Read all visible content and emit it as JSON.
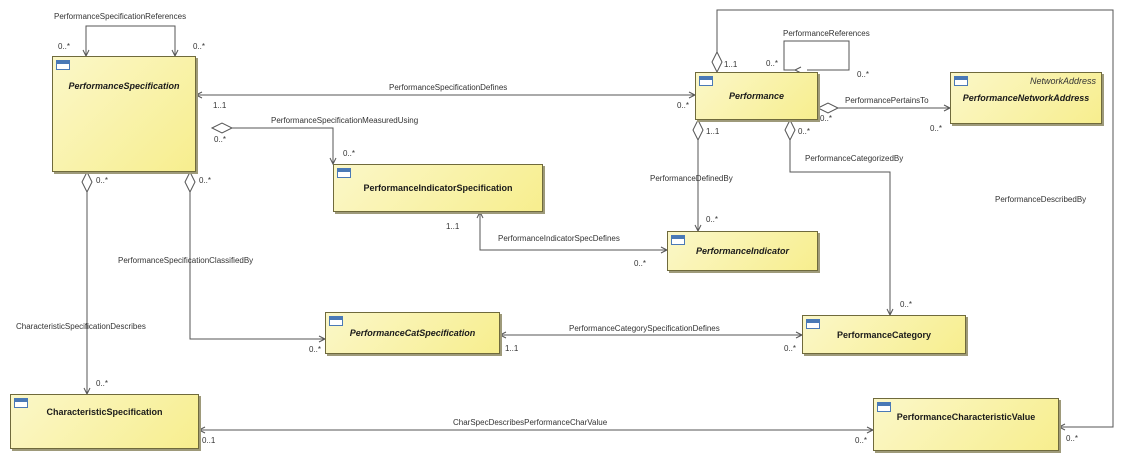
{
  "classes": {
    "performance_specification": {
      "name": "PerformanceSpecification"
    },
    "performance": {
      "name": "Performance"
    },
    "performance_network_address": {
      "name": "PerformanceNetworkAddress",
      "stereotype": "NetworkAddress"
    },
    "performance_indicator_specification": {
      "name": "PerformanceIndicatorSpecification"
    },
    "performance_indicator": {
      "name": "PerformanceIndicator"
    },
    "performance_cat_specification": {
      "name": "PerformanceCatSpecification"
    },
    "performance_category": {
      "name": "PerformanceCategory"
    },
    "characteristic_specification": {
      "name": "CharacteristicSpecification"
    },
    "performance_characteristic_value": {
      "name": "PerformanceCharacteristicValue"
    }
  },
  "associations": {
    "spec_references": {
      "label": "PerformanceSpecificationReferences",
      "m1": "0..*",
      "m2": "0..*"
    },
    "spec_defines": {
      "label": "PerformanceSpecificationDefines",
      "m1": "1..1",
      "m2": "0..*"
    },
    "spec_measured_using": {
      "label": "PerformanceSpecificationMeasuredUsing",
      "m1": "0..*",
      "m2": "0..*"
    },
    "char_spec_describes": {
      "label": "CharacteristicSpecificationDescribes",
      "m1": "0..*",
      "m2": "0..*"
    },
    "spec_classified_by": {
      "label": "PerformanceSpecificationClassifiedBy",
      "m1": "0..*",
      "m2": "0..*"
    },
    "performance_references": {
      "label": "PerformanceReferences",
      "m1": "1..1",
      "m2": "0..*",
      "m3": "0..*"
    },
    "pertains_to": {
      "label": "PerformancePertainsTo",
      "m1": "0..*",
      "m2": "0..*"
    },
    "defined_by": {
      "label": "PerformanceDefinedBy",
      "m1": "1..1",
      "m2": "0..*"
    },
    "categorized_by": {
      "label": "PerformanceCategorizedBy",
      "m1": "0..*",
      "m2": "0..*"
    },
    "described_by": {
      "label": "PerformanceDescribedBy",
      "m1": "0..*"
    },
    "indicator_spec_defines": {
      "label": "PerformanceIndicatorSpecDefines",
      "m1": "1..1",
      "m2": "0..*"
    },
    "category_spec_defines": {
      "label": "PerformanceCategorySpecificationDefines",
      "m1": "1..1",
      "m2": "0..*"
    },
    "charspec_describes_charvalue": {
      "label": "CharSpecDescribesPerformanceCharValue",
      "m1": "0..1",
      "m2": "0..*"
    }
  }
}
